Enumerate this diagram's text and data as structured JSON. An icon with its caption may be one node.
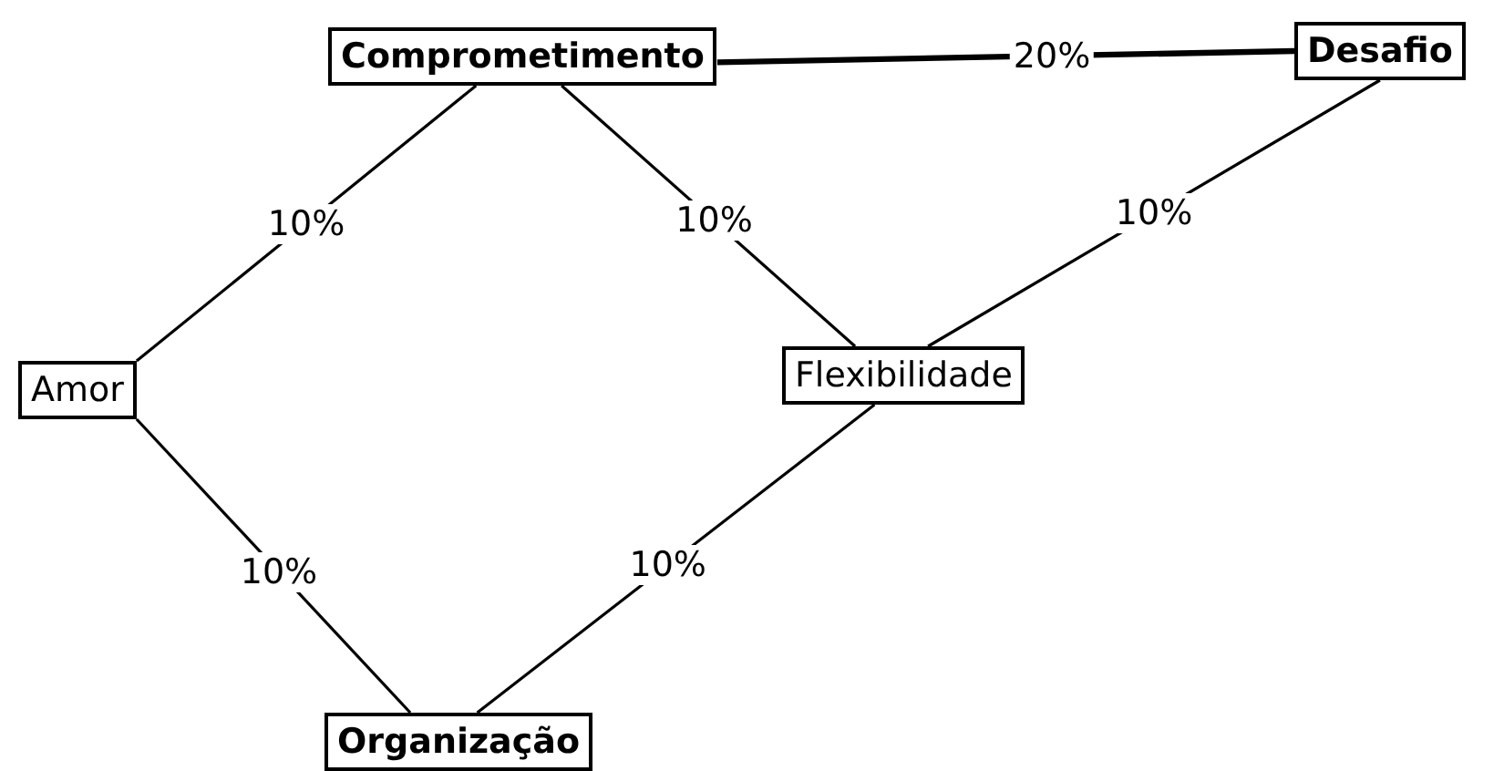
{
  "diagram": {
    "nodes": [
      {
        "text": [
          "Comprometimento"
        ]
      },
      {
        "text": [
          "Desafio"
        ]
      },
      {
        "text": [
          "Amor"
        ]
      },
      {
        "text": [
          "Flexibilidade"
        ]
      },
      {
        "text": [
          "Organização"
        ]
      }
    ],
    "edges": [
      {
        "from": 0,
        "to": 1,
        "arrow": "none",
        "label": "20%",
        "style": "thick"
      },
      {
        "from": 0,
        "to": 2,
        "arrow": "none",
        "label": "10%"
      },
      {
        "from": 0,
        "to": 3,
        "arrow": "none",
        "label": "10%"
      },
      {
        "from": 1,
        "to": 3,
        "arrow": "none",
        "label": "10%"
      },
      {
        "from": 2,
        "to": 4,
        "arrow": "none",
        "label": "10%"
      },
      {
        "from": 3,
        "to": 4,
        "arrow": "none",
        "label": "10%"
      }
    ]
  }
}
